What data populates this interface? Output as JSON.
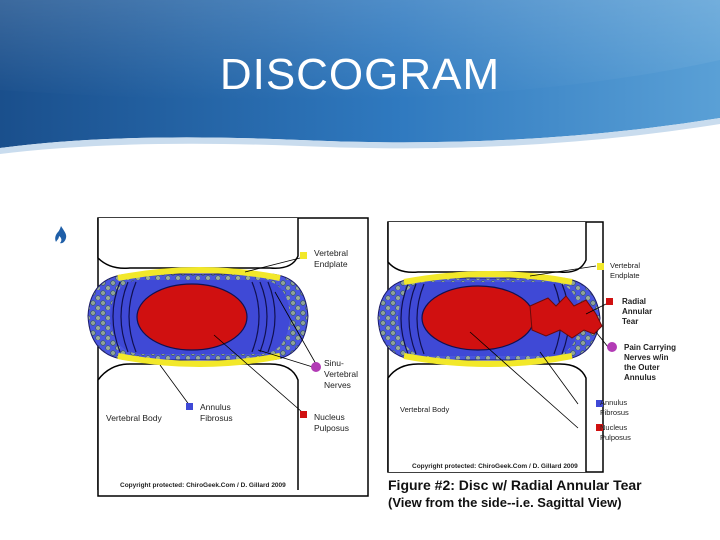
{
  "slide": {
    "title": "DISCOGRAM",
    "bullet_icon": "flame-bullet-icon",
    "colors": {
      "header_blue": "#1d5e9e",
      "header_light": "#4f95cf",
      "annulus_blue": "#3f49d6",
      "nucleus_red": "#d01010",
      "endplate_yellow": "#f2e82a",
      "nerve_purple": "#b23bb5"
    }
  },
  "figure1": {
    "labels": {
      "endplate": [
        "Vertebral",
        "Endplate"
      ],
      "sinu": [
        "Sinu-",
        "Vertebral",
        "Nerves"
      ],
      "body": "Vertebral Body",
      "annulus": [
        "Annulus",
        "Fibrosus"
      ],
      "nucleus": [
        "Nucleus",
        "Pulposus"
      ]
    },
    "copyright": "Copyright protected: ChiroGeek.Com / D. Gillard 2009"
  },
  "figure2": {
    "labels": {
      "endplate": [
        "Vertebral",
        "Endplate"
      ],
      "tear": [
        "Radial",
        "Annular",
        "Tear"
      ],
      "pain": [
        "Pain Carrying",
        "Nerves w/in",
        "the Outer",
        "Annulus"
      ],
      "body": "Vertebral Body",
      "annulus": [
        "Annulus",
        "Fibrosus"
      ],
      "nucleus": [
        "Nucleus",
        "Pulposus"
      ]
    },
    "copyright": "Copyright protected: ChiroGeek.Com / D. Gillard 2009",
    "caption": [
      "Figure #2: Disc w/ Radial Annular Tear",
      "(View from the side--i.e. Sagittal View)"
    ]
  }
}
